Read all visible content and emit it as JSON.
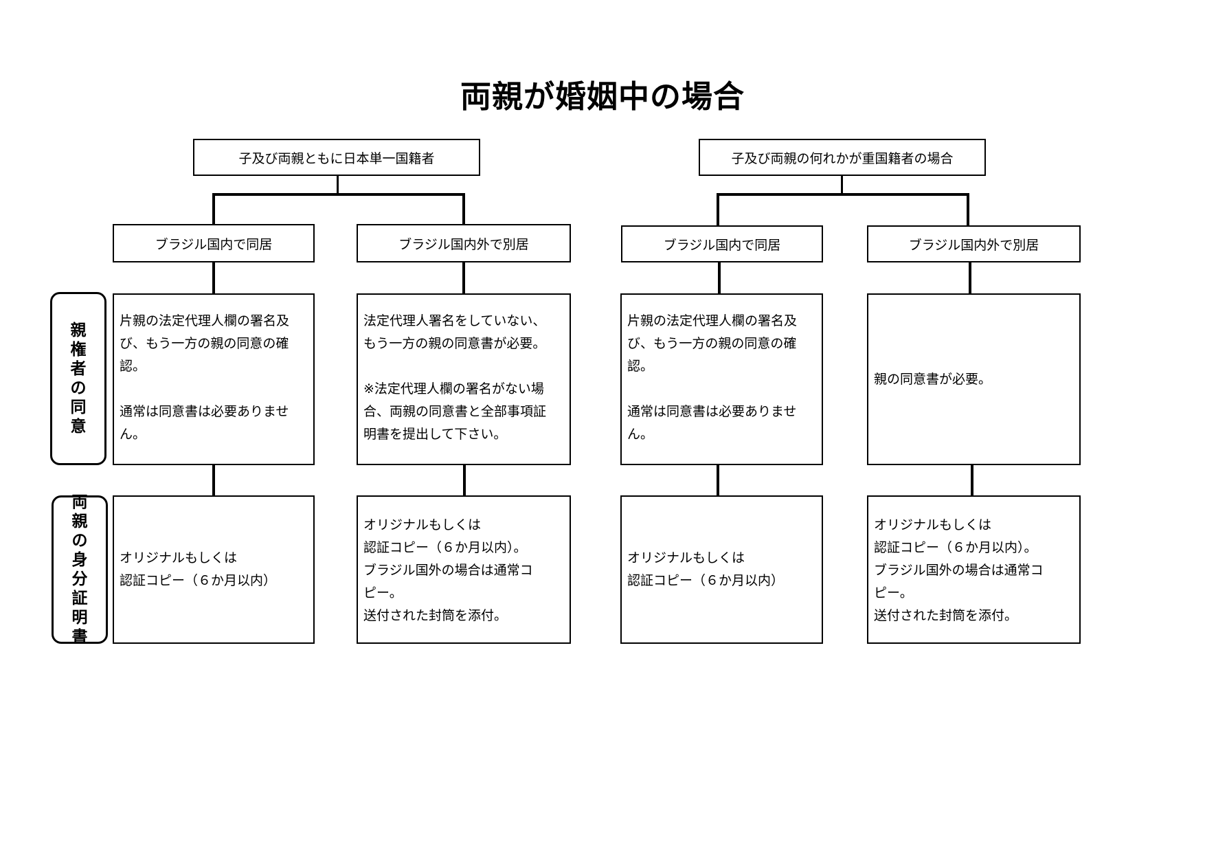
{
  "title": "両親が婚姻中の場合",
  "groups": [
    {
      "header": "子及び両親ともに日本単一国籍者",
      "columns": [
        {
          "label": "ブラジル国内で同居",
          "consent": "片親の法定代理人欄の署名及\nび、もう一方の親の同意の確\n認。\n\n通常は同意書は必要ありませ\nん。",
          "id_docs": "オリジナルもしくは\n認証コピー（６か月以内）"
        },
        {
          "label": "ブラジル国内外で別居",
          "consent": "法定代理人署名をしていない、\nもう一方の親の同意書が必要。\n\n※法定代理人欄の署名がない場\n合、両親の同意書と全部事項証\n明書を提出して下さい。",
          "id_docs": "オリジナルもしくは\n認証コピー（６か月以内）。\nブラジル国外の場合は通常コ\nピー。\n送付された封筒を添付。"
        }
      ]
    },
    {
      "header": "子及び両親の何れかが重国籍者の場合",
      "columns": [
        {
          "label": "ブラジル国内で同居",
          "consent": "片親の法定代理人欄の署名及\nび、もう一方の親の同意の確\n認。\n\n通常は同意書は必要ありませ\nん。",
          "id_docs": "オリジナルもしくは\n認証コピー（６か月以内）"
        },
        {
          "label": "ブラジル国内外で別居",
          "consent": "親の同意書が必要。",
          "id_docs": "オリジナルもしくは\n認証コピー（６か月以内）。\nブラジル国外の場合は通常コ\nピー。\n送付された封筒を添付。"
        }
      ]
    }
  ],
  "row_labels": {
    "consent": "親権者の同意",
    "id_docs": "両親の身分証明書"
  }
}
